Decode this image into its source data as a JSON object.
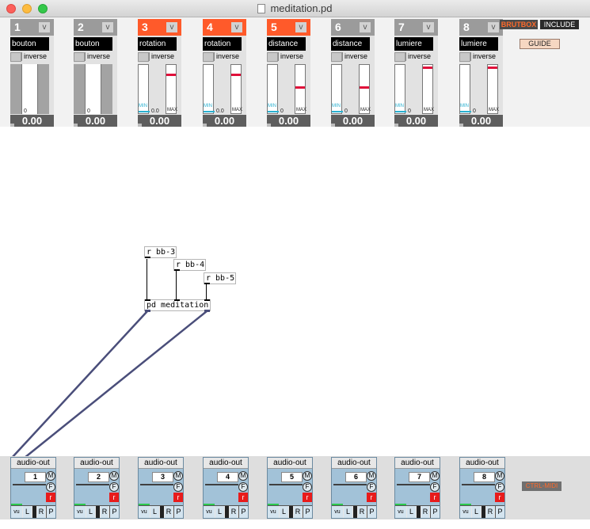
{
  "window": {
    "title": "meditation.pd"
  },
  "strips": [
    {
      "number": "1",
      "v_label": "v",
      "name": "bouton",
      "inverse_label": "inverse",
      "kind": "button",
      "active": false,
      "zero_label": "0",
      "value": "0.00"
    },
    {
      "number": "2",
      "v_label": "v",
      "name": "bouton",
      "inverse_label": "inverse",
      "kind": "button",
      "active": false,
      "zero_label": "0",
      "value": "0.00"
    },
    {
      "number": "3",
      "v_label": "v",
      "name": "rotation",
      "inverse_label": "inverse",
      "kind": "slider",
      "active": true,
      "min_label": "MIN",
      "zero_label": "0.0",
      "max_label": "MAX",
      "marker_level": 0.82,
      "value": "0.00"
    },
    {
      "number": "4",
      "v_label": "v",
      "name": "rotation",
      "inverse_label": "inverse",
      "kind": "slider",
      "active": true,
      "min_label": "MIN",
      "zero_label": "0.0",
      "max_label": "MAX",
      "marker_level": 0.82,
      "value": "0.00"
    },
    {
      "number": "5",
      "v_label": "v",
      "name": "distance",
      "inverse_label": "inverse",
      "kind": "slider",
      "active": true,
      "min_label": "MIN",
      "zero_label": "0",
      "max_label": "MAX",
      "marker_level": 0.55,
      "value": "0.00"
    },
    {
      "number": "6",
      "v_label": "v",
      "name": "distance",
      "inverse_label": "inverse",
      "kind": "slider",
      "active": false,
      "min_label": "MIN",
      "zero_label": "0",
      "max_label": "MAX",
      "marker_level": 0.55,
      "value": "0.00"
    },
    {
      "number": "7",
      "v_label": "v",
      "name": "lumiere",
      "inverse_label": "inverse",
      "kind": "slider",
      "active": false,
      "min_label": "MIN",
      "zero_label": "0",
      "max_label": "MAX",
      "marker_level": 0.97,
      "value": "0.00"
    },
    {
      "number": "8",
      "v_label": "v",
      "name": "lumiere",
      "inverse_label": "inverse",
      "kind": "slider",
      "active": false,
      "min_label": "MIN",
      "zero_label": "0",
      "max_label": "MAX",
      "marker_level": 0.97,
      "value": "0.00"
    }
  ],
  "header_buttons": {
    "brutbox": "BRUTBOX",
    "include": "INCLUDE",
    "guide": "GUIDE"
  },
  "objects": {
    "r_bb3": "r bb-3",
    "r_bb4": "r bb-4",
    "r_bb5": "r bb-5",
    "pd_meditation": "pd meditation"
  },
  "audio_outs": [
    {
      "title": "audio-out",
      "number": "1"
    },
    {
      "title": "audio-out",
      "number": "2"
    },
    {
      "title": "audio-out",
      "number": "3"
    },
    {
      "title": "audio-out",
      "number": "4"
    },
    {
      "title": "audio-out",
      "number": "5"
    },
    {
      "title": "audio-out",
      "number": "6"
    },
    {
      "title": "audio-out",
      "number": "7"
    },
    {
      "title": "audio-out",
      "number": "8"
    }
  ],
  "audio_out_buttons": {
    "m": "M",
    "f": "F",
    "r": "r",
    "vu": "vu",
    "l": "L",
    "r_channel": "R",
    "p": "P"
  },
  "ctrl_midi": "CTRL-MIDI",
  "colors": {
    "active_header": "#ff5a2a",
    "inactive_header": "#9b9b9b",
    "marker": "#e0103a",
    "min_color": "#2ab0d0",
    "audio_panel": "#a2c2d8",
    "vu_green": "#2cc94d"
  }
}
